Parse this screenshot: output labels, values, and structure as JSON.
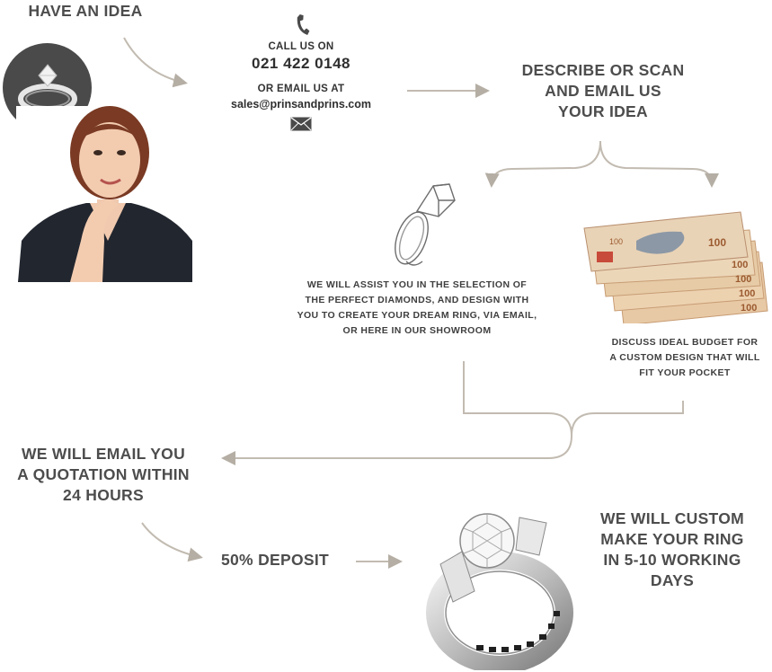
{
  "steps": {
    "idea": "HAVE AN IDEA",
    "describe": [
      "DESCRIBE OR SCAN",
      "AND EMAIL US",
      "YOUR IDEA"
    ],
    "assist": [
      "WE WILL ASSIST YOU IN THE SELECTION OF",
      "THE PERFECT DIAMONDS, AND DESIGN WITH",
      "YOU TO CREATE YOUR DREAM RING, VIA EMAIL,",
      "OR HERE IN OUR SHOWROOM"
    ],
    "budget": [
      "DISCUSS IDEAL BUDGET FOR",
      "A CUSTOM DESIGN THAT WILL",
      "FIT YOUR POCKET"
    ],
    "quote": [
      "WE WILL EMAIL YOU",
      "A QUOTATION WITHIN",
      "24 HOURS"
    ],
    "deposit": "50% DEPOSIT",
    "make": [
      "WE WILL CUSTOM",
      "MAKE YOUR RING",
      "IN 5-10 WORKING",
      "DAYS"
    ]
  },
  "contact": {
    "call_label": "CALL US ON",
    "phone": "021 422 0148",
    "email_label": "OR EMAIL US AT",
    "email": "sales@prinsandprins.com"
  },
  "icons": {
    "phone": "phone-icon",
    "envelope": "envelope-icon"
  },
  "colors": {
    "text": "#4d4d4d",
    "arrow": "#b5aea4",
    "bubble": "#4a4a4a"
  }
}
